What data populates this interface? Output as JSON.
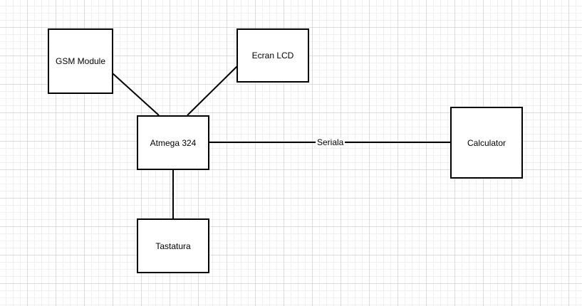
{
  "nodes": {
    "gsm": "GSM Module",
    "lcd": "Ecran LCD",
    "mcu": "Atmega 324",
    "pc": "Calculator",
    "keyboard": "Tastatura"
  },
  "edges": {
    "serial_label": "Seriala"
  }
}
